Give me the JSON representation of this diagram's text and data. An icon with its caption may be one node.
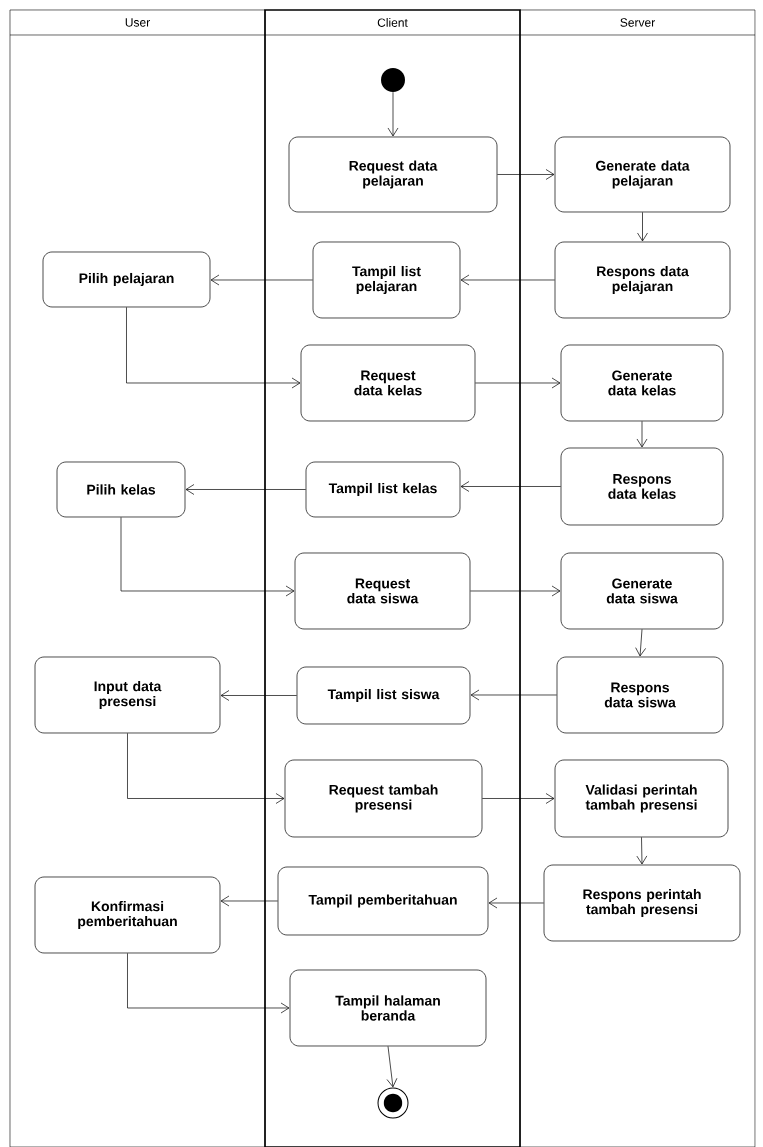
{
  "diagram": {
    "nodes": [
      {
        "text": [
          "User"
        ]
      },
      {
        "text": [
          "Client"
        ]
      },
      {
        "text": [
          "Server"
        ]
      },
      {
        "text": [],
        "shape": "circle",
        "in": 1
      },
      {
        "text": [
          "Request data pelajaran"
        ],
        "in": 1
      },
      {
        "text": [
          "Generate data pelajaran"
        ],
        "in": 2
      },
      {
        "text": [
          "Pilih pelajaran"
        ],
        "in": 0
      },
      {
        "text": [
          "Tampil list pelajaran"
        ],
        "in": 1
      },
      {
        "text": [
          "Respons data pelajaran"
        ],
        "in": 2
      },
      {
        "text": [
          "Request data kelas"
        ],
        "in": 1
      },
      {
        "text": [
          "Generate data kelas"
        ],
        "in": 2
      },
      {
        "text": [
          "Pilih kelas"
        ],
        "in": 0
      },
      {
        "text": [
          "Tampil list kelas"
        ],
        "in": 1
      },
      {
        "text": [
          "Respons data kelas"
        ],
        "in": 2
      },
      {
        "text": [
          "Request data siswa"
        ],
        "in": 1
      },
      {
        "text": [
          "Generate data siswa"
        ],
        "in": 2
      },
      {
        "text": [
          "Input data presensi"
        ],
        "in": 0
      },
      {
        "text": [
          "Tampil list siswa"
        ],
        "in": 1
      },
      {
        "text": [
          "Respons data siswa"
        ],
        "in": 2
      },
      {
        "text": [
          "Request tambah presensi"
        ],
        "in": 1
      },
      {
        "text": [
          "Validasi perintah tambah presensi"
        ],
        "in": 2
      },
      {
        "text": [
          "Konfirmasi pemberitahuan"
        ],
        "in": 0
      },
      {
        "text": [
          "Tampil pemberitahuan"
        ],
        "in": 1
      },
      {
        "text": [
          "Respons perintah tambah presensi"
        ],
        "in": 2
      },
      {
        "text": [
          "Tampil halaman beranda"
        ],
        "in": 1
      },
      {
        "text": [],
        "shape": "bullseye",
        "in": 1
      }
    ],
    "edges": [
      {
        "from": 3,
        "to": 4,
        "arrow": "to"
      },
      {
        "from": 4,
        "to": 5,
        "arrow": "to"
      },
      {
        "from": 5,
        "to": 8,
        "arrow": "to"
      },
      {
        "from": 8,
        "to": 7,
        "arrow": "to"
      },
      {
        "from": 7,
        "to": 6,
        "arrow": "to"
      },
      {
        "from": 6,
        "to": 9,
        "arrow": "to"
      },
      {
        "from": 9,
        "to": 10,
        "arrow": "to"
      },
      {
        "from": 10,
        "to": 13,
        "arrow": "to"
      },
      {
        "from": 13,
        "to": 12,
        "arrow": "to"
      },
      {
        "from": 12,
        "to": 11,
        "arrow": "to"
      },
      {
        "from": 11,
        "to": 14,
        "arrow": "to"
      },
      {
        "from": 14,
        "to": 15,
        "arrow": "to"
      },
      {
        "from": 15,
        "to": 18,
        "arrow": "to"
      },
      {
        "from": 18,
        "to": 17,
        "arrow": "to"
      },
      {
        "from": 17,
        "to": 16,
        "arrow": "to"
      },
      {
        "from": 16,
        "to": 19,
        "arrow": "to"
      },
      {
        "from": 19,
        "to": 20,
        "arrow": "to"
      },
      {
        "from": 20,
        "to": 23,
        "arrow": "to"
      },
      {
        "from": 23,
        "to": 22,
        "arrow": "to"
      },
      {
        "from": 22,
        "to": 21,
        "arrow": "to"
      },
      {
        "from": 21,
        "to": 24,
        "arrow": "to"
      },
      {
        "from": 24,
        "to": 25,
        "arrow": "to"
      }
    ]
  }
}
